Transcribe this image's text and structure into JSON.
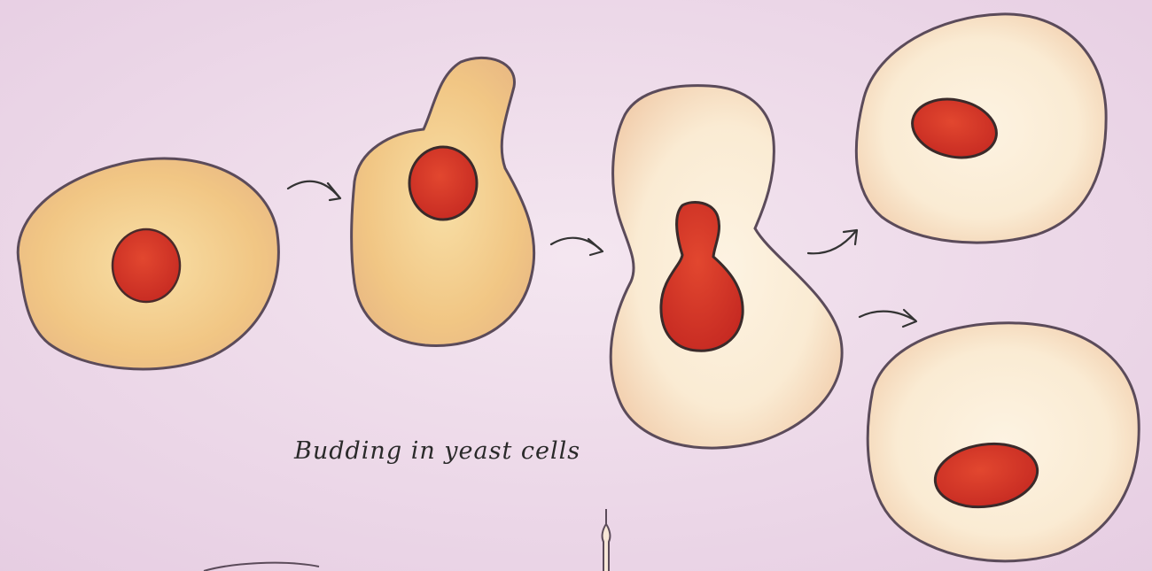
{
  "caption": "Budding in yeast cells",
  "colors": {
    "background": "#eedbe9",
    "cytoplasm": "#f3c98a",
    "cytoplasm_light": "#fbeed8",
    "nucleus": "#d9352a",
    "outline": "#5b4b5a"
  },
  "stages": [
    "parent-cell",
    "bud-forming",
    "nucleus-dividing",
    "daughter-cell-1",
    "daughter-cell-2"
  ]
}
